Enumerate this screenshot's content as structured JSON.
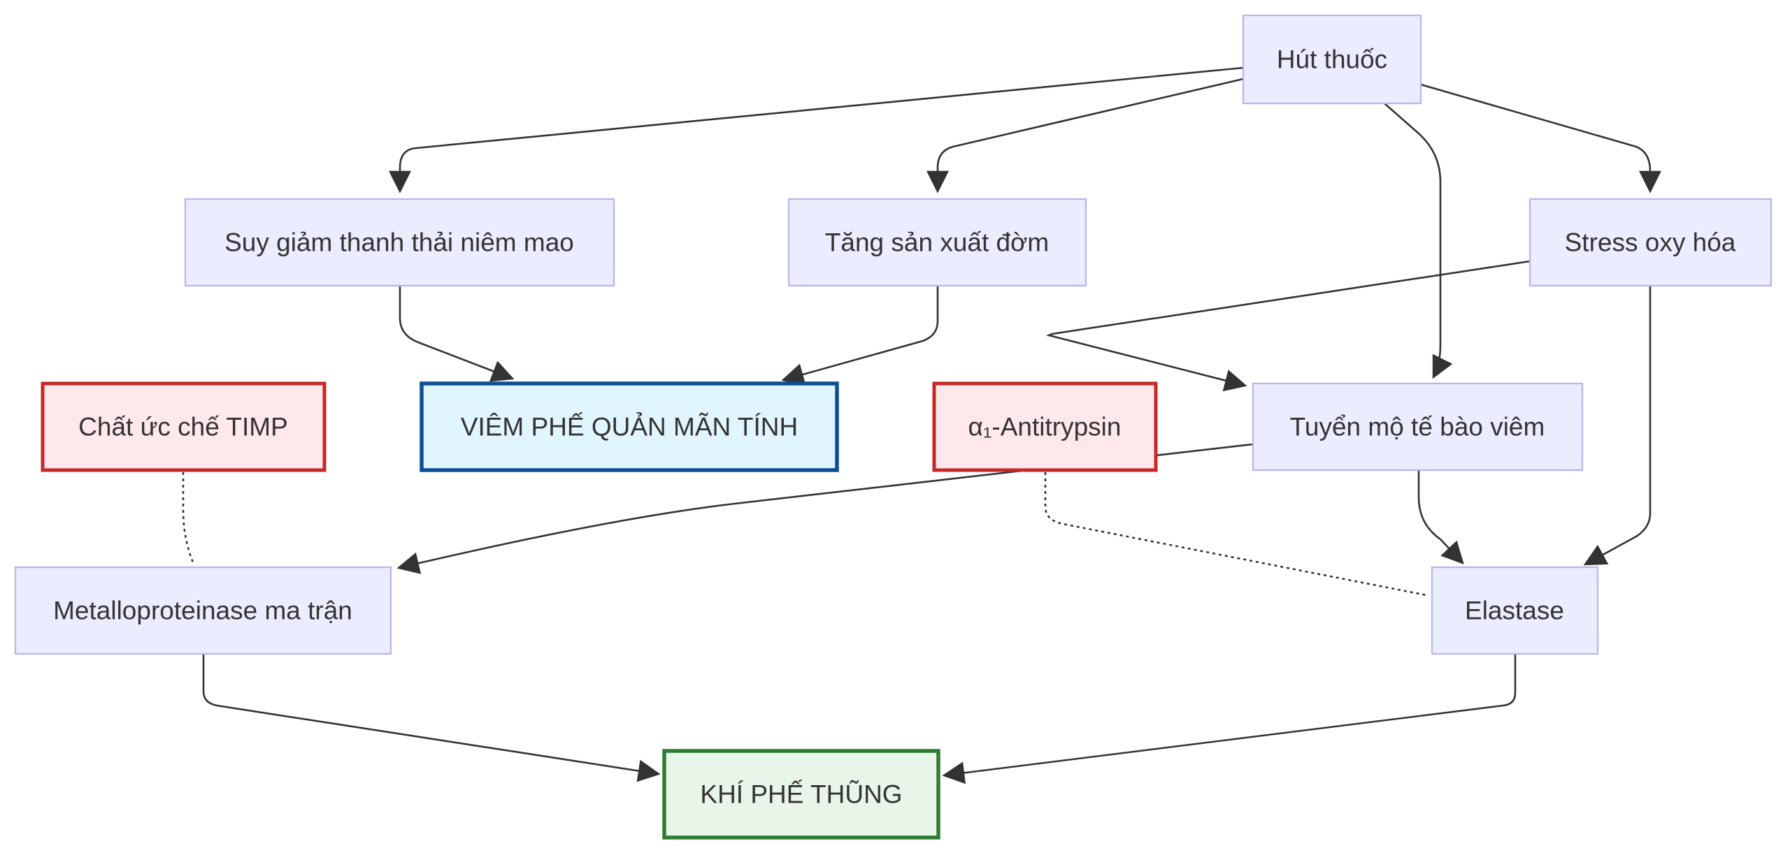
{
  "nodes": {
    "smoking": {
      "label": "Hút thuốc"
    },
    "mucociliary": {
      "label": "Suy giảm thanh thải niêm mao"
    },
    "sputum": {
      "label": "Tăng sản xuất đờm"
    },
    "oxidative": {
      "label": "Stress oxy hóa"
    },
    "timp": {
      "label": "Chất ức chế TIMP"
    },
    "bronchitis": {
      "label": "VIÊM PHẾ QUẢN MÃN TÍNH"
    },
    "antitrypsin": {
      "label": "α₁-Antitrypsin"
    },
    "recruitment": {
      "label": "Tuyển mộ tế bào viêm"
    },
    "mmp": {
      "label": "Metalloproteinase ma trận"
    },
    "elastase": {
      "label": "Elastase"
    },
    "emphysema": {
      "label": "KHÍ PHẾ THŨNG"
    }
  },
  "edges": [
    {
      "from": "smoking",
      "to": "mucociliary",
      "style": "arrow"
    },
    {
      "from": "smoking",
      "to": "sputum",
      "style": "arrow"
    },
    {
      "from": "smoking",
      "to": "recruitment",
      "style": "arrow"
    },
    {
      "from": "smoking",
      "to": "oxidative",
      "style": "arrow"
    },
    {
      "from": "mucociliary",
      "to": "bronchitis",
      "style": "arrow"
    },
    {
      "from": "sputum",
      "to": "bronchitis",
      "style": "arrow"
    },
    {
      "from": "oxidative",
      "to": "recruitment",
      "style": "arrow"
    },
    {
      "from": "oxidative",
      "to": "elastase",
      "style": "arrow"
    },
    {
      "from": "recruitment",
      "to": "mmp",
      "style": "arrow"
    },
    {
      "from": "recruitment",
      "to": "elastase",
      "style": "arrow"
    },
    {
      "from": "timp",
      "to": "mmp",
      "style": "dotted"
    },
    {
      "from": "antitrypsin",
      "to": "elastase",
      "style": "dotted"
    },
    {
      "from": "mmp",
      "to": "emphysema",
      "style": "arrow"
    },
    {
      "from": "elastase",
      "to": "emphysema",
      "style": "arrow"
    }
  ],
  "colors": {
    "default_fill": "#ECECFF",
    "default_stroke": "#b7b3f2",
    "inhibitor_fill": "#FFE8EC",
    "inhibitor_stroke": "#C62828",
    "bronchitis_fill": "#E1F5FE",
    "bronchitis_stroke": "#0D4F94",
    "emphysema_fill": "#E8F5E9",
    "emphysema_stroke": "#2E7D32",
    "edge": "#333333"
  }
}
